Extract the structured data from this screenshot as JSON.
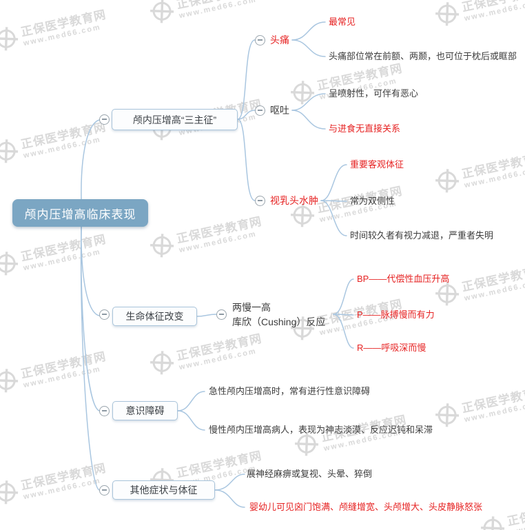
{
  "mindmap": {
    "root": {
      "label": "颅内压增高临床表现"
    },
    "branches": [
      {
        "label": "颅内压增高“三主征”",
        "children": [
          {
            "label": "头痛",
            "children": [
              {
                "label": "最常见"
              },
              {
                "label": "头痛部位常在前额、两颞，也可位于枕后或眶部"
              }
            ]
          },
          {
            "label": "呕吐",
            "children": [
              {
                "label": "呈喷射性，可伴有恶心"
              },
              {
                "label": "与进食无直接关系"
              }
            ]
          },
          {
            "label": "视乳头水肿",
            "children": [
              {
                "label": "重要客观体征"
              },
              {
                "label": "常为双侧性"
              },
              {
                "label": "时间较久者有视力减退，严重者失明"
              }
            ]
          }
        ]
      },
      {
        "label": "生命体征改变",
        "children": [
          {
            "label": "两慢一高\n库欣（Cushing）反应",
            "children": [
              {
                "label": "BP——代偿性血压升高"
              },
              {
                "label": "P——脉搏慢而有力"
              },
              {
                "label": "R——呼吸深而慢"
              }
            ]
          }
        ]
      },
      {
        "label": "意识障碍",
        "children": [
          {
            "label": "急性颅内压增高时，常有进行性意识障碍"
          },
          {
            "label": "慢性颅内压增高病人，表现为神志淡漠、反应迟钝和呆滞"
          }
        ]
      },
      {
        "label": "其他症状与体征",
        "children": [
          {
            "label": "展神经麻痹或复视、头晕、猝倒"
          },
          {
            "label": "婴幼儿可见囟门饱满、颅缝增宽、头颅增大、头皮静脉怒张"
          }
        ]
      }
    ]
  },
  "watermark": {
    "brand": "正保医学教育网",
    "site": "www.med66.com"
  },
  "colors": {
    "root_bg": "#7ba6c3",
    "branch_border": "#a9c4da",
    "line": "#a9c6e0",
    "emphasis_text": "#e62222",
    "normal_text": "#3c3c3c"
  }
}
